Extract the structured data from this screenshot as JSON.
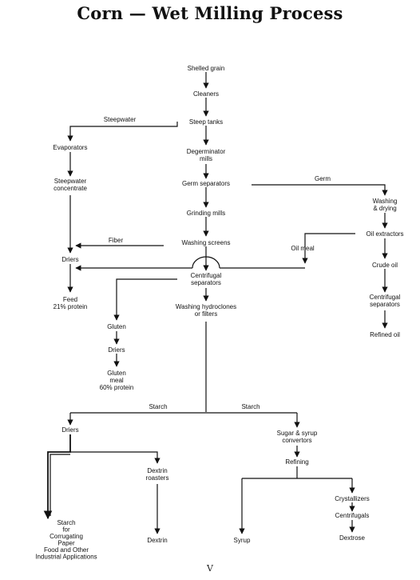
{
  "title": "Corn — Wet Milling Process",
  "page_number": "V",
  "nodes": {
    "shelled_grain": "Shelled grain",
    "cleaners": "Cleaners",
    "steep_tanks": "Steep tanks",
    "steepwater": "Steepwater",
    "evaporators": "Evaporators",
    "steepwater_concentrate": [
      "Steepwater",
      "concentrate"
    ],
    "degerminator_mills": [
      "Degerminator",
      "mills"
    ],
    "germ_separators": "Germ separators",
    "germ": "Germ",
    "washing_drying": [
      "Washing",
      "& drying"
    ],
    "grinding_mills": "Grinding mills",
    "oil_extractors": "Oil extractors",
    "fiber": "Fiber",
    "washing_screens": "Washing screens",
    "oil_meal": "Oil meal",
    "driers_feed": "Driers",
    "crude_oil": "Crude oil",
    "centrifugal_separators_main": [
      "Centrifugal",
      "separators"
    ],
    "feed": [
      "Feed",
      "21% protein"
    ],
    "centrifugal_separators_oil": [
      "Centrifugal",
      "separators"
    ],
    "washing_hydroclones": [
      "Washing hydroclones",
      "or filters"
    ],
    "refined_oil": "Refined oil",
    "gluten": "Gluten",
    "driers_gluten": "Driers",
    "gluten_meal": [
      "Gluten",
      "meal",
      "60% protein"
    ],
    "starch_left": "Starch",
    "starch_right": "Starch",
    "driers_starch": "Driers",
    "sugar_syrup": [
      "Sugar & syrup",
      "convertors"
    ],
    "dextrin_roasters": [
      "Dextrin",
      "roasters"
    ],
    "refining": "Refining",
    "crystallizers": "Crystallizers",
    "centrifugals": "Centrifugals",
    "starch_apps": [
      "Starch",
      "for",
      "Corrugating",
      "Paper",
      "Food and Other",
      "Industrial Applications"
    ],
    "dextrin": "Dextrin",
    "syrup": "Syrup",
    "dextrose": "Dextrose"
  }
}
